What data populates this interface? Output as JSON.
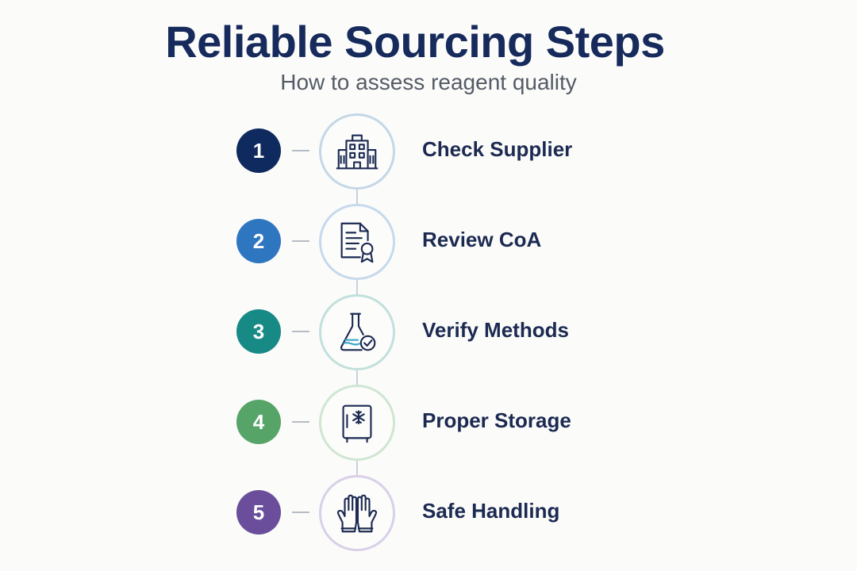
{
  "title": "Reliable Sourcing Steps",
  "subtitle": "How to assess reagent quality",
  "steps": [
    {
      "number": "1",
      "label": "Check Supplier",
      "icon": "building-icon",
      "color": "#0f2a5f",
      "ring": "#c4d7e6"
    },
    {
      "number": "2",
      "label": "Review CoA",
      "icon": "certificate-document-icon",
      "color": "#2f76c0",
      "ring": "#c6d9ec"
    },
    {
      "number": "3",
      "label": "Verify Methods",
      "icon": "flask-check-icon",
      "color": "#188a86",
      "ring": "#c2e0dc"
    },
    {
      "number": "4",
      "label": "Proper Storage",
      "icon": "freezer-icon",
      "color": "#57a469",
      "ring": "#cfe6d2"
    },
    {
      "number": "5",
      "label": "Safe Handling",
      "icon": "gloves-icon",
      "color": "#6a4e9b",
      "ring": "#d9d0e8"
    }
  ]
}
